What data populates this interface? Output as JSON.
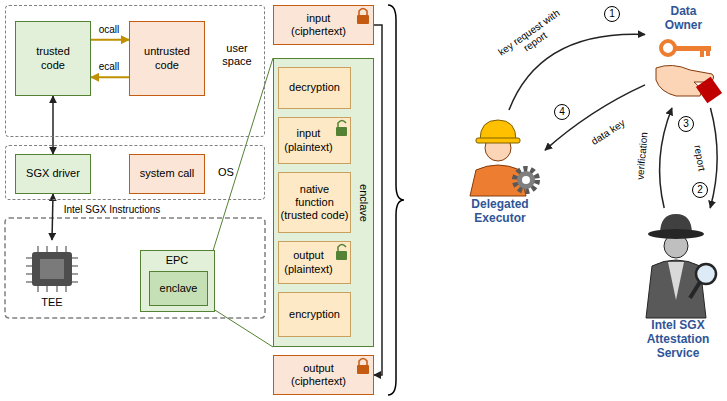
{
  "diagram": {
    "nodes": [
      {
        "text": [
          "user space"
        ]
      },
      {
        "text": [
          "trusted code"
        ],
        "in": 0
      },
      {
        "text": [
          "untrusted code"
        ],
        "in": 0
      },
      {
        "text": [
          "OS"
        ]
      },
      {
        "text": [
          "SGX driver"
        ],
        "in": 3
      },
      {
        "text": [
          "system call"
        ],
        "in": 3
      },
      {
        "text": [
          "TEE"
        ]
      },
      {
        "text": [
          "EPC"
        ]
      },
      {
        "text": [
          "enclave"
        ],
        "in": 7
      },
      {
        "text": [
          "input (ciphertext)"
        ]
      },
      {
        "text": [
          "enclave"
        ]
      },
      {
        "text": [
          "decryption"
        ],
        "in": 10
      },
      {
        "text": [
          "input (plaintext)"
        ],
        "in": 10
      },
      {
        "text": [
          "native function (trusted code)"
        ],
        "in": 10
      },
      {
        "text": [
          "output (plaintext)"
        ],
        "in": 10
      },
      {
        "text": [
          "encryption"
        ],
        "in": 10
      },
      {
        "text": [
          "output (ciphertext)"
        ]
      },
      {
        "text": [
          "Data Owner"
        ]
      },
      {
        "text": [
          "Delegated Executor"
        ]
      },
      {
        "text": [
          "Intel SGX Attestation Service"
        ]
      }
    ],
    "edges": [
      {
        "from": 1,
        "to": 2,
        "label": "ocall",
        "arrow": "to"
      },
      {
        "from": 2,
        "to": 1,
        "label": "ecall",
        "arrow": "to"
      },
      {
        "from": 1,
        "to": 4,
        "arrow": "both"
      },
      {
        "from": 4,
        "to": 6,
        "label": "Intel SGX Instructions",
        "arrow": "both"
      },
      {
        "from": 9,
        "to": 16,
        "arrow": "to"
      },
      {
        "from": 18,
        "to": 17,
        "label": "key request with report",
        "arrow": "to"
      },
      {
        "from": 17,
        "to": 19,
        "label": "report",
        "arrow": "to"
      },
      {
        "from": 19,
        "to": 17,
        "label": "verification",
        "arrow": "to"
      },
      {
        "from": 17,
        "to": 18,
        "label": "data key",
        "arrow": "to"
      }
    ],
    "labels": [
      "1",
      "2",
      "3",
      "4"
    ]
  }
}
